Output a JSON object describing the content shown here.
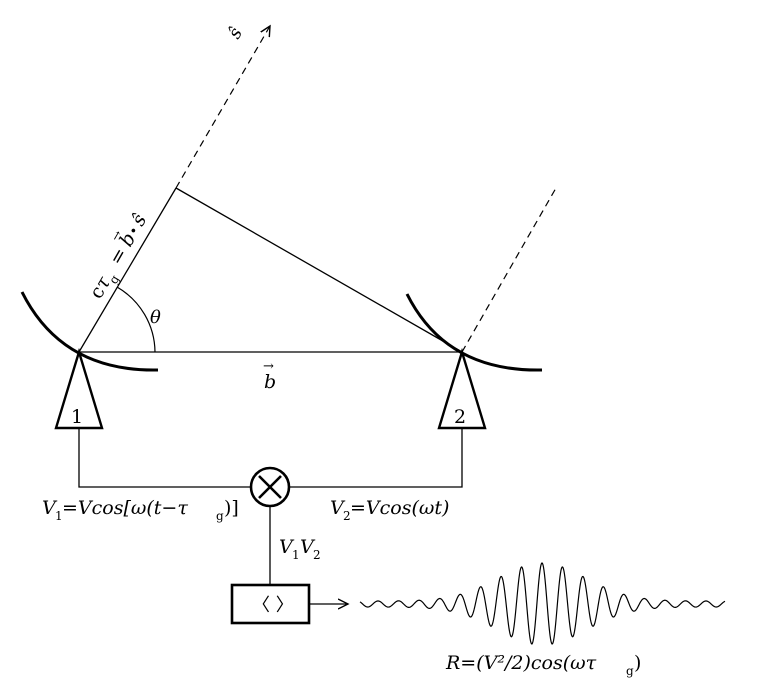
{
  "labels": {
    "s_hat": "ŝ",
    "delay_c": "c",
    "delay_tau": "τ",
    "delay_g": "g",
    "delay_eq": "=",
    "delay_b": "b",
    "delay_dot": "•",
    "delay_s": "ŝ",
    "theta": "θ",
    "baseline": "b",
    "antenna1": "1",
    "antenna2": "2",
    "v1_pre": "V",
    "v1_sub": "1",
    "v1_post": "=Vcos[ω(t−τ",
    "v1_g": "g",
    "v1_end": ")]",
    "v2_pre": "V",
    "v2_sub": "2",
    "v2_post": "=Vcos(ωt)",
    "product_a": "V",
    "product_a_sub": "1",
    "product_b": "V",
    "product_b_sub": "2",
    "averager": "〈 〉",
    "r_pre": "R=(V²/2)cos(ωτ",
    "r_g": "g",
    "r_end": ")",
    "arrow_vec": "→"
  },
  "colors": {
    "ink": "#000000",
    "background": "#ffffff"
  }
}
